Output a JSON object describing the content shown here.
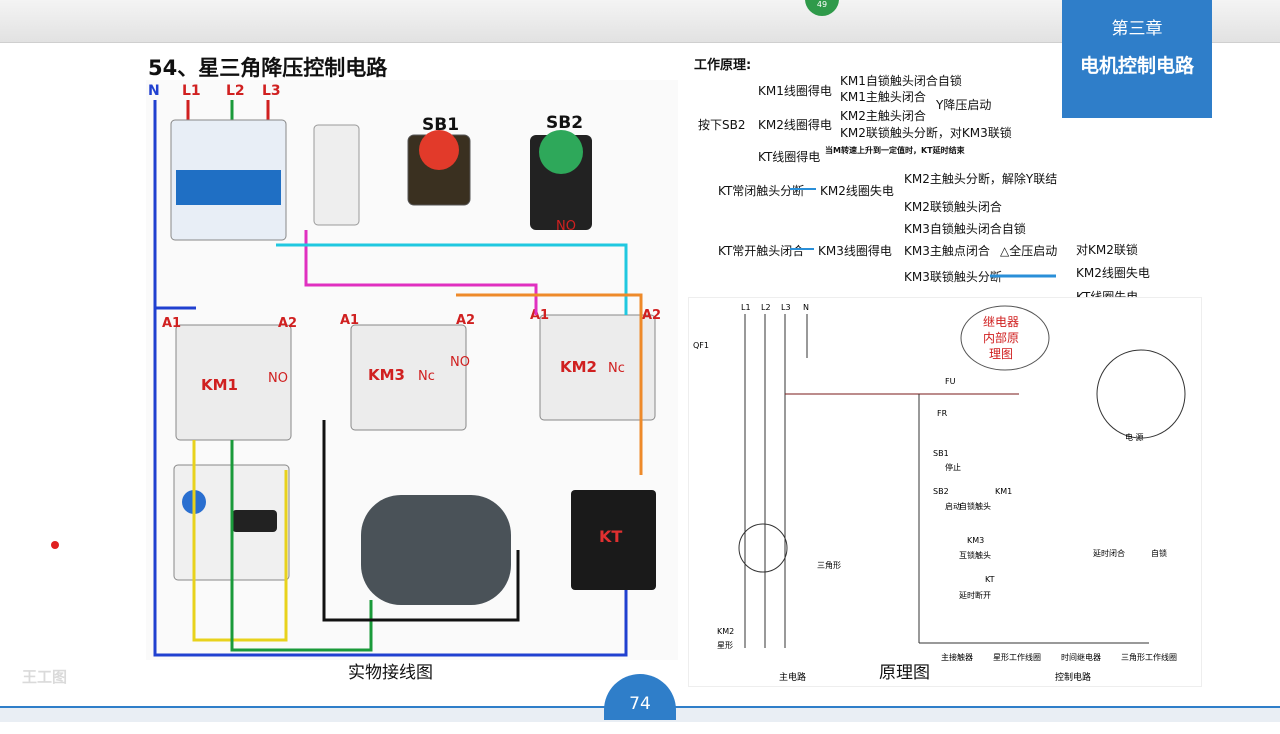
{
  "header": {
    "badge": "49",
    "chapter_line1": "第三章",
    "chapter_line2": "电机控制电路"
  },
  "title": "54、星三角降压控制电路",
  "wiring": {
    "phases": [
      "N",
      "L1",
      "L2",
      "L3"
    ],
    "buttons": [
      "SB1",
      "SB2"
    ],
    "no_label": "NO",
    "km1": "KM1",
    "km3": "KM3",
    "km2": "KM2",
    "kt": "KT",
    "nc_label": "Nc",
    "a1": "A1",
    "a2": "A2",
    "caption": "实物接线图"
  },
  "principle": {
    "heading": "工作原理:",
    "press_sb2": "按下SB2",
    "km1_coil": "KM1线圈得电",
    "km1_a": "KM1自锁触头闭合自锁",
    "km1_b": "KM1主触头闭合",
    "y_start": "Y降压启动",
    "km2_coil": "KM2线圈得电",
    "km2_a": "KM2主触头闭合",
    "km2_b": "KM2联锁触头分断，对KM3联锁",
    "kt_coil": "KT线圈得电",
    "kt_note": "当M转速上升到一定值时，KT延时结束",
    "kt_nc": "KT常闭触头分断",
    "km2_off": "KM2线圈失电",
    "km2_c": "KM2主触头分断，解除Y联结",
    "km2_d": "KM2联锁触头闭合",
    "kt_no": "KT常开触头闭合",
    "km3_coil": "KM3线圈得电",
    "km3_a": "KM3自锁触头闭合自锁",
    "km3_b": "KM3主触点闭合",
    "delta": "△全压启动",
    "km3_c": "KM3联锁触头分断",
    "r1": "对KM2联锁",
    "r2": "KM2线圈失电",
    "r3": "KT线圈失电"
  },
  "schematic": {
    "relay_note": "继电器\n内部原\n理图",
    "relay_note_lines": [
      "继电器",
      "内部原",
      "理图"
    ],
    "power": "电 源",
    "main_circuit": "主电路",
    "control_circuit": "控制电路",
    "caption": "原理图",
    "labels": [
      "L1",
      "L2",
      "L3",
      "N",
      "QF1",
      "FU",
      "FR",
      "SB1",
      "停止",
      "SB2",
      "启动",
      "KM1",
      "自锁触头",
      "KM3",
      "互锁触头",
      "KT",
      "延时断开",
      "KM2",
      "星形",
      "三角形",
      "延时闭合",
      "自锁",
      "主接触器",
      "星形工作线圈",
      "时间继电器",
      "三角形工作线圈"
    ]
  },
  "page_number": "74",
  "watermark": "王工图"
}
